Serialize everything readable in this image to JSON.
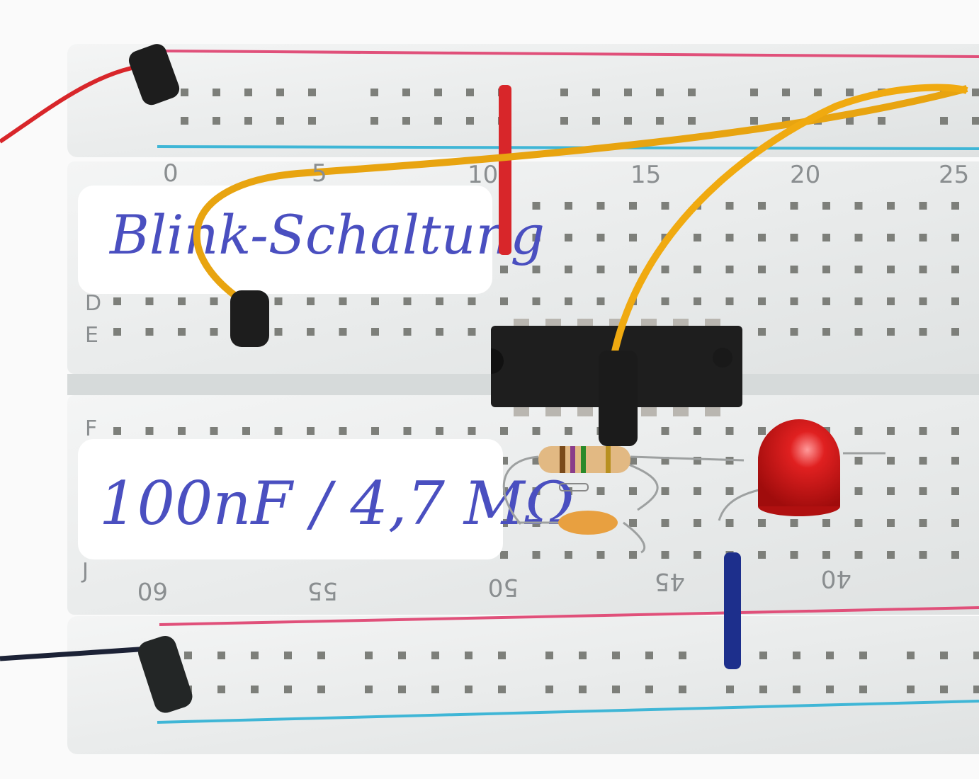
{
  "photo": {
    "subject": "breadboard",
    "labels": {
      "top": "Blink-Schaltung",
      "bottom": "100nF / 4,7 MΩ"
    },
    "column_numbers_top": [
      "0",
      "5",
      "10",
      "15",
      "20",
      "25"
    ],
    "column_numbers_bottom": [
      "60",
      "55",
      "50",
      "45",
      "40"
    ],
    "row_letters": [
      "D",
      "E",
      "F",
      "J"
    ],
    "colors": {
      "board": "#eceeee",
      "red_rail": "#e0507a",
      "blue_rail": "#3fb6d6",
      "yellow_wire": "#e8a410",
      "red_wire": "#d8262a",
      "blue_wire": "#1d2f8c",
      "chip": "#1e1e1e",
      "led": "#d81818",
      "ink": "#4a4fc0"
    }
  }
}
